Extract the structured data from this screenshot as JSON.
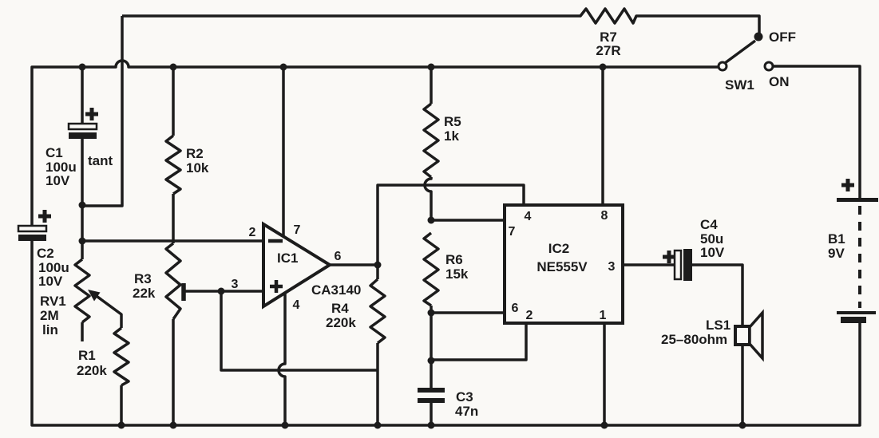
{
  "meta": {
    "kind": "circuit-schematic",
    "description": "Timer alarm schematic with CA3140 op-amp and NE555 oscillator driving a loudspeaker"
  },
  "colors": {
    "ink": "#1c1c1c",
    "paper": "#faf9f6"
  },
  "components": {
    "C1": {
      "ref": "C1",
      "value": "100u",
      "rating": "10V",
      "note": "tant",
      "polarity": "+"
    },
    "C2": {
      "ref": "C2",
      "value": "100u",
      "rating": "10V",
      "polarity": "+"
    },
    "C3": {
      "ref": "C3",
      "value": "47n"
    },
    "C4": {
      "ref": "C4",
      "value": "50u",
      "rating": "10V",
      "polarity": "+"
    },
    "R1": {
      "ref": "R1",
      "value": "220k"
    },
    "R2": {
      "ref": "R2",
      "value": "10k"
    },
    "R3": {
      "ref": "R3",
      "value": "22k"
    },
    "R4": {
      "ref": "R4",
      "value": "220k"
    },
    "R5": {
      "ref": "R5",
      "value": "1k"
    },
    "R6": {
      "ref": "R6",
      "value": "15k"
    },
    "R7": {
      "ref": "R7",
      "value": "27R"
    },
    "RV1": {
      "ref": "RV1",
      "value": "2M",
      "taper": "lin"
    },
    "IC1": {
      "ref": "IC1",
      "part": "CA3140",
      "pins": {
        "inverting": "2",
        "noninverting": "3",
        "supply_pos": "7",
        "supply_neg": "4",
        "output": "6"
      }
    },
    "IC2": {
      "ref": "IC2",
      "part": "NE555V",
      "pins": {
        "reset": "4",
        "vcc": "8",
        "discharge": "7",
        "threshold": "6",
        "trigger": "2",
        "ground": "1",
        "output": "3"
      }
    },
    "SW1": {
      "ref": "SW1",
      "off": "OFF",
      "on": "ON"
    },
    "LS1": {
      "ref": "LS1",
      "value": "25–80ohm"
    },
    "B1": {
      "ref": "B1",
      "value": "9V",
      "polarity": "+"
    }
  }
}
